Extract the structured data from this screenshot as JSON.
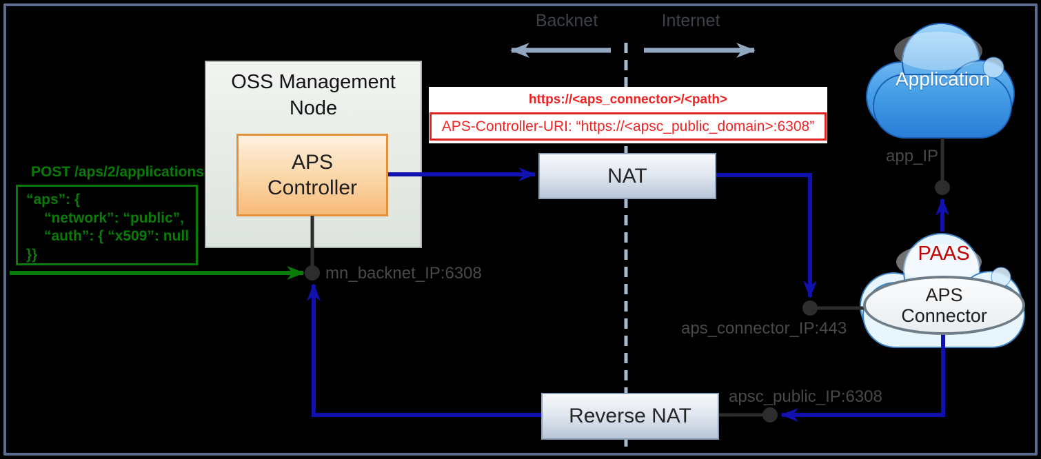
{
  "regions": {
    "backnet": "Backnet",
    "internet": "Internet"
  },
  "oss_node": {
    "title": "OSS Management Node",
    "aps_controller": "APS Controller"
  },
  "nat": {
    "label": "NAT"
  },
  "reverse_nat": {
    "label": "Reverse NAT"
  },
  "clouds": {
    "application": "Application",
    "paas": "PAAS",
    "aps_connector": "APS Connector"
  },
  "endpoints": {
    "mn_backnet": "mn_backnet_IP:6308",
    "aps_connector_ip": "aps_connector_IP:443",
    "app_ip": "app_IP",
    "apsc_public_ip": "apsc_public_IP:6308"
  },
  "request": {
    "title": "POST /aps/2/applications",
    "body_lines": [
      "“aps”: {",
      "“network”: “public”,",
      "“auth”: { “x509”: null",
      "}}"
    ]
  },
  "uri_note": {
    "line1": "https://<aps_connector>/<path>",
    "line2": "APS-Controller-URI: “https://<apsc_public_domain>:6308”"
  },
  "colors": {
    "flow_blue": "#1111b0",
    "request_green": "#077d07",
    "alert_red": "#ee2424",
    "paas_red": "#c00000",
    "divider_steel": "#a6bacd",
    "connector_dark": "#2d2d2d",
    "frame_border": "#5a6d90"
  }
}
